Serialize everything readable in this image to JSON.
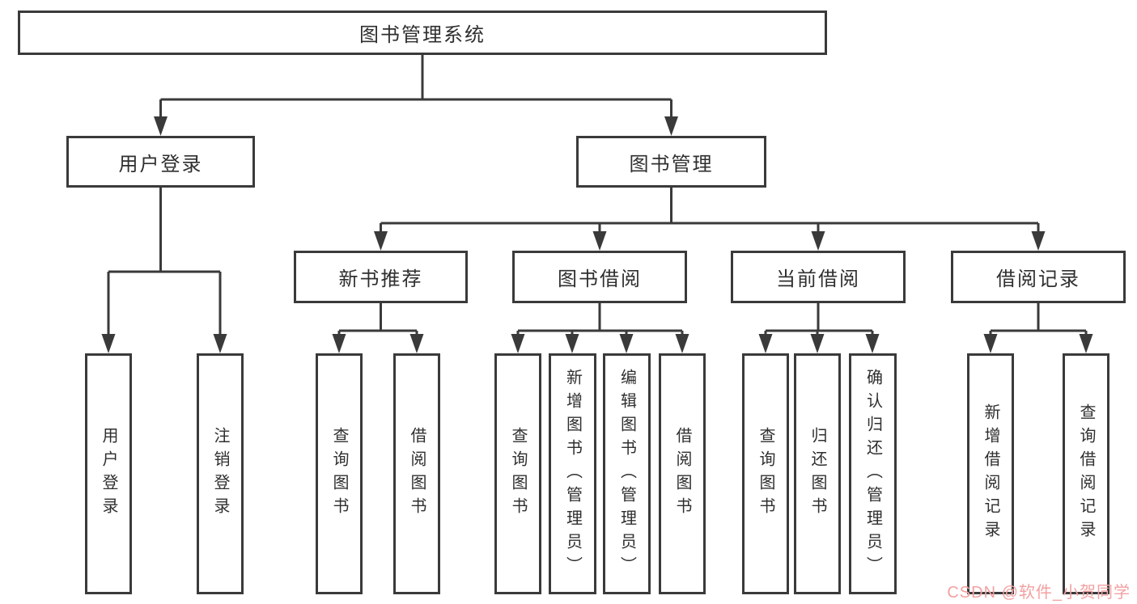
{
  "tree": {
    "root": {
      "label": "图书管理系统"
    },
    "login": {
      "label": "用户登录",
      "children": [
        {
          "label": "用户登录"
        },
        {
          "label": "注销登录"
        }
      ]
    },
    "manage": {
      "label": "图书管理",
      "children": [
        {
          "label": "新书推荐",
          "children": [
            {
              "label": "查询图书"
            },
            {
              "label": "借阅图书"
            }
          ]
        },
        {
          "label": "图书借阅",
          "children": [
            {
              "label": "查询图书"
            },
            {
              "label": "新增图书（管理员）"
            },
            {
              "label": "编辑图书（管理员）"
            },
            {
              "label": "借阅图书"
            }
          ]
        },
        {
          "label": "当前借阅",
          "children": [
            {
              "label": "查询图书"
            },
            {
              "label": "归还图书"
            },
            {
              "label": "确认归还（管理员）"
            }
          ]
        },
        {
          "label": "借阅记录",
          "children": [
            {
              "label": "新增借阅记录"
            },
            {
              "label": "查询借阅记录"
            }
          ]
        }
      ]
    }
  },
  "watermark": {
    "text": "CSDN @软件_小贺同学"
  },
  "colors": {
    "line": "#3a3a3a",
    "text": "#2f2f2f",
    "node_fill": "#ffffff",
    "watermark_text": "#f3a1a1",
    "background": "#ffffff"
  }
}
